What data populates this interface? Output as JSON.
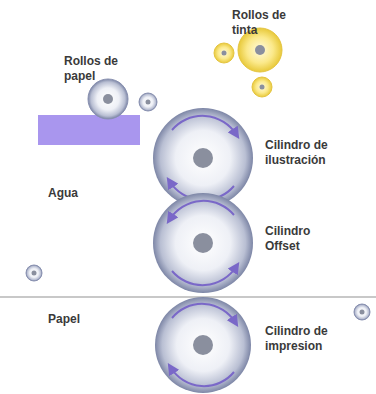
{
  "diagram": {
    "labels": [
      "Rollos de tinta",
      "Rollos de papel",
      "Cilindro de ilustración",
      "Agua",
      "Cilindro Offset",
      "Papel",
      "Cilindro de impresion"
    ]
  }
}
